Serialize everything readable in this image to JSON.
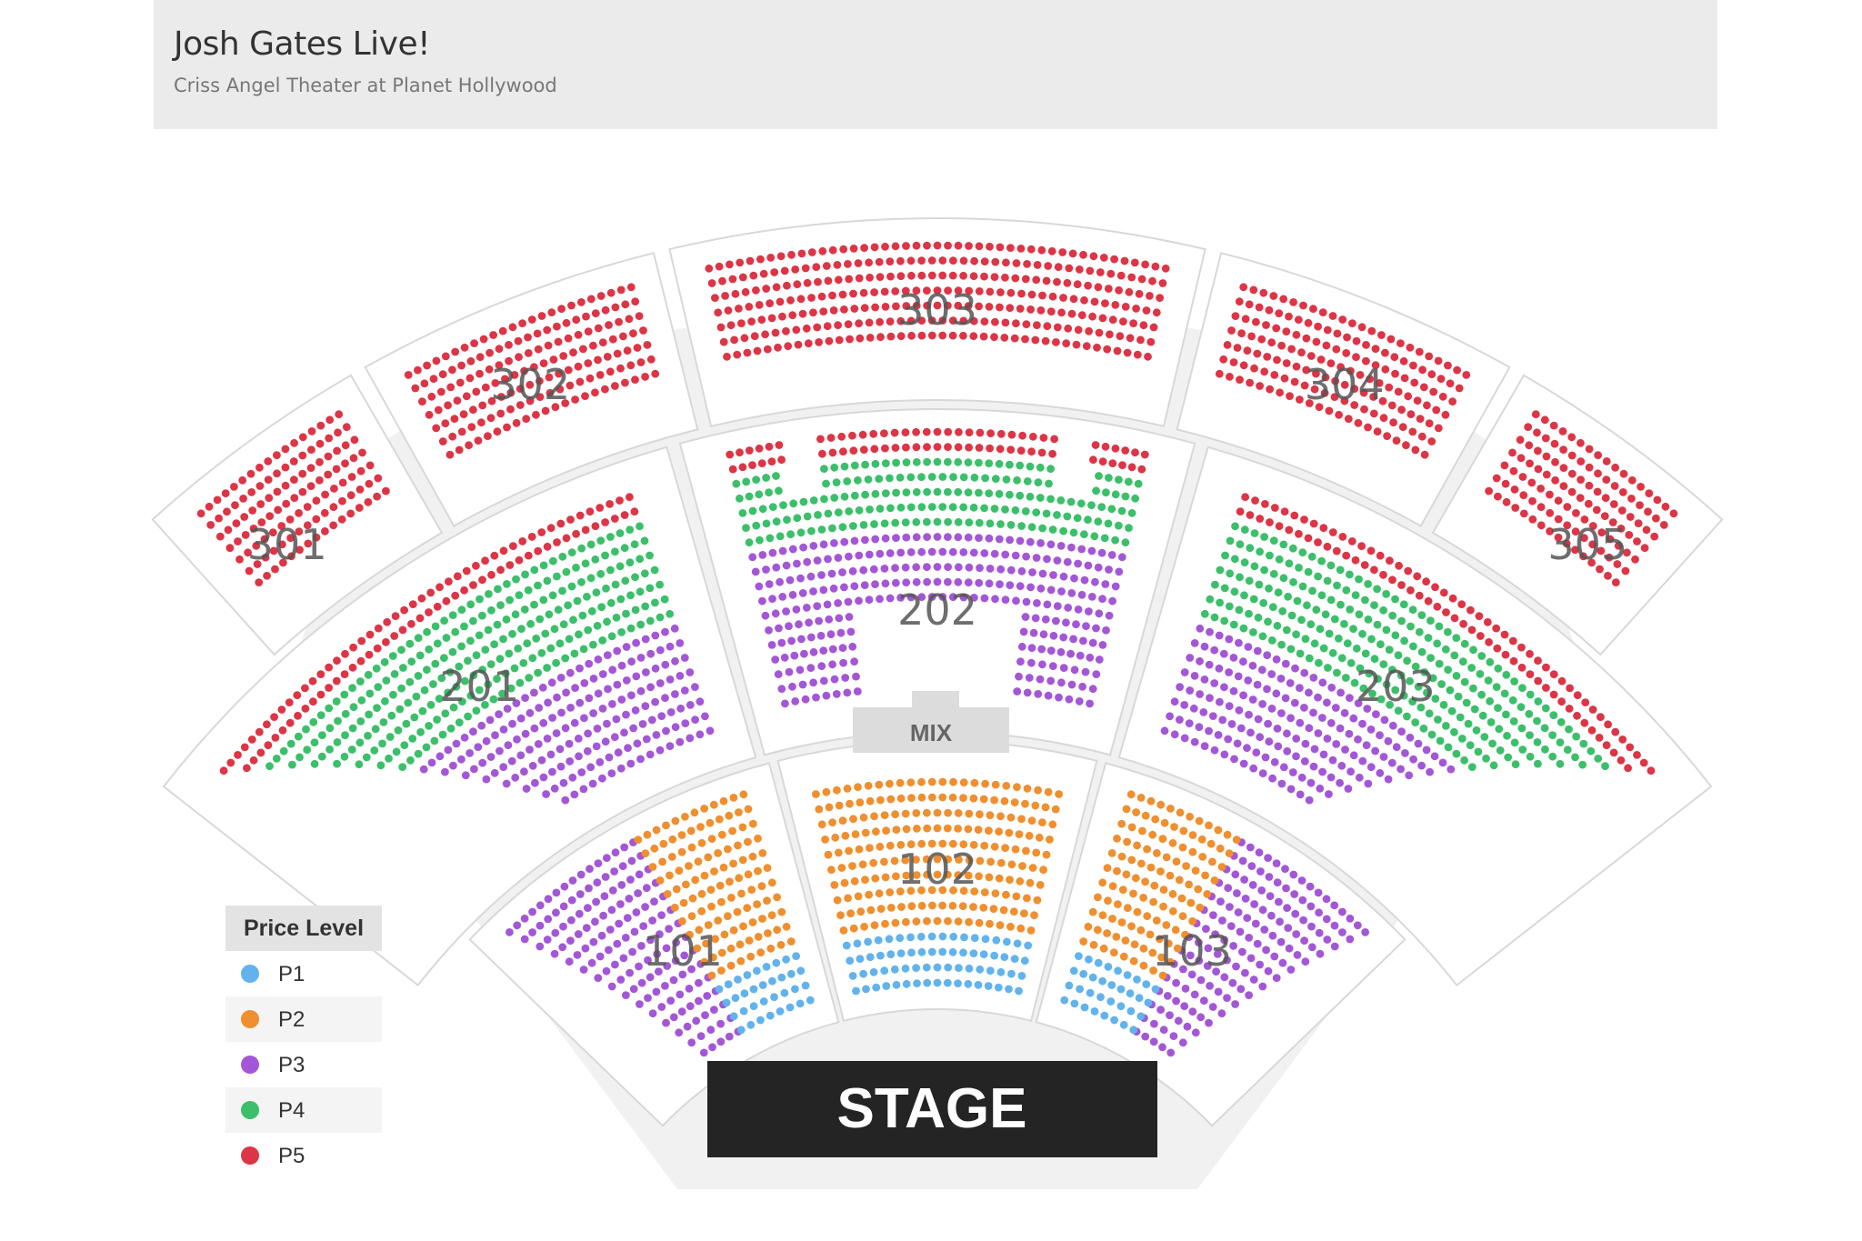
{
  "header": {
    "title": "Josh Gates Live!",
    "subtitle": "Criss Angel Theater at Planet Hollywood"
  },
  "stage_label": "STAGE",
  "mix_label": "MIX",
  "legend": {
    "heading": "Price Level",
    "items": [
      {
        "label": "P1",
        "color": "#62b3ec"
      },
      {
        "label": "P2",
        "color": "#ef8f2f"
      },
      {
        "label": "P3",
        "color": "#a357d6"
      },
      {
        "label": "P4",
        "color": "#3cbf6a"
      },
      {
        "label": "P5",
        "color": "#dc3546"
      }
    ]
  },
  "sections": [
    {
      "id": "301",
      "level": "balcony",
      "price": "P5"
    },
    {
      "id": "302",
      "level": "balcony",
      "price": "P5"
    },
    {
      "id": "303",
      "level": "balcony",
      "price": "P5"
    },
    {
      "id": "304",
      "level": "balcony",
      "price": "P5"
    },
    {
      "id": "305",
      "level": "balcony",
      "price": "P5"
    },
    {
      "id": "201",
      "level": "mezzanine",
      "prices": [
        "P5",
        "P4",
        "P3"
      ]
    },
    {
      "id": "202",
      "level": "mezzanine",
      "prices": [
        "P5",
        "P4",
        "P3"
      ]
    },
    {
      "id": "203",
      "level": "mezzanine",
      "prices": [
        "P5",
        "P4",
        "P3"
      ]
    },
    {
      "id": "101",
      "level": "orchestra",
      "prices": [
        "P3",
        "P2",
        "P1"
      ]
    },
    {
      "id": "102",
      "level": "orchestra",
      "prices": [
        "P2",
        "P1"
      ]
    },
    {
      "id": "103",
      "level": "orchestra",
      "prices": [
        "P3",
        "P2",
        "P1"
      ]
    }
  ]
}
